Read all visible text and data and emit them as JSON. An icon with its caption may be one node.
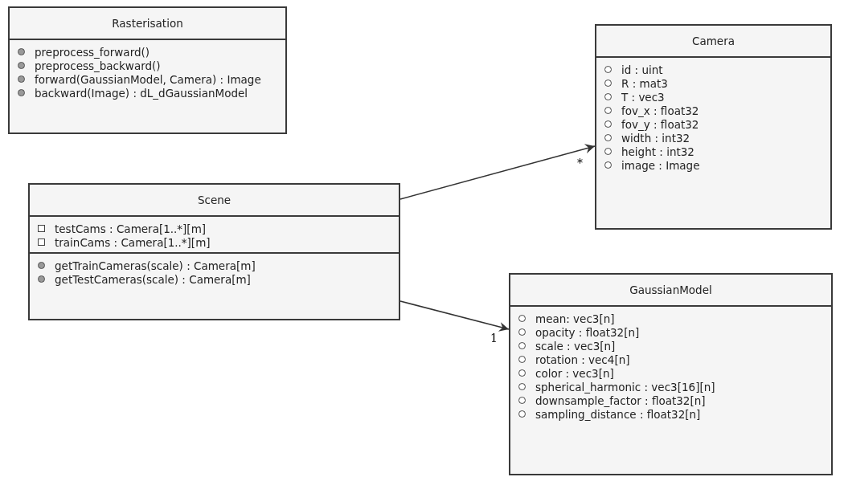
{
  "diagram": {
    "nodes": [
      {
        "text": [
          "Rasterisation",
          "preprocess_forward()",
          "preprocess_backward()",
          "forward(GaussianModel, Camera) : Image",
          "backward(Image) : dL_dGaussianModel"
        ]
      },
      {
        "text": [
          "Camera",
          "id : uint",
          "R : mat3",
          "T : vec3",
          "fov_x : float32",
          "fov_y : float32",
          "width : int32",
          "height : int32",
          "image : Image"
        ]
      },
      {
        "text": [
          "Scene",
          "testCams : Camera[1..*][m]",
          "trainCams : Camera[1..*][m]",
          "getTrainCameras(scale) : Camera[m]",
          "getTestCameras(scale) : Camera[m]"
        ]
      },
      {
        "text": [
          "GaussianModel",
          "mean: vec3[n]",
          "opacity : float32[n]",
          "scale : vec3[n]",
          "rotation : vec4[n]",
          "color : vec3[n]",
          "spherical_harmonic : vec3[16][n]",
          "downsample_factor : float32[n]",
          "sampling_distance : float32[n]"
        ]
      }
    ],
    "edges": [
      {
        "from": 2,
        "to": 1,
        "arrow": "to",
        "label": "*"
      },
      {
        "from": 2,
        "to": 3,
        "arrow": "to",
        "label": "1"
      }
    ]
  }
}
